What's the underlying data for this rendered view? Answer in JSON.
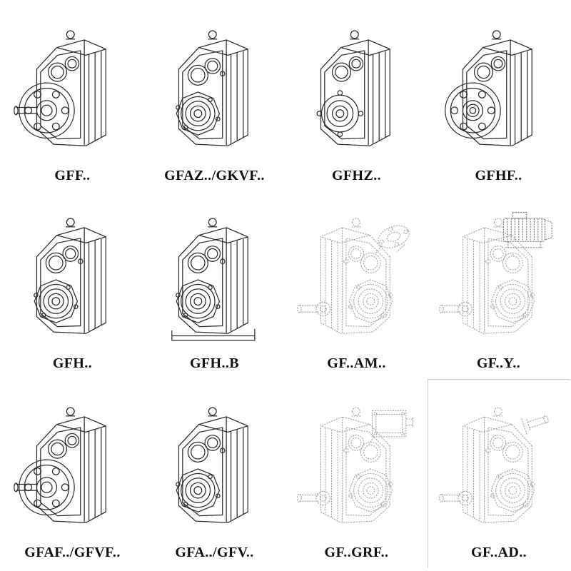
{
  "page": {
    "background": "#ffffff",
    "ink_color": "#2b2b2b",
    "faint_ink_color": "#a3a3a3"
  },
  "grid": {
    "items": [
      {
        "label": "GFF..",
        "symbol": "#sym-gff",
        "icon": "gearbox-flange-shaft-drawing",
        "style": "solid"
      },
      {
        "label": "GFAZ../GKVF..",
        "symbol": "#sym-hollow",
        "icon": "gearbox-hollow-shaft-drawing",
        "style": "solid"
      },
      {
        "label": "GFHZ..",
        "symbol": "#sym-gfhz",
        "icon": "gearbox-shrink-disc-drawing",
        "style": "solid"
      },
      {
        "label": "GFHF..",
        "symbol": "#sym-gfhf",
        "icon": "gearbox-hollow-flange-drawing",
        "style": "solid"
      },
      {
        "label": "GFH..",
        "symbol": "#sym-hollow",
        "icon": "gearbox-hollow-shaft-drawing",
        "style": "solid"
      },
      {
        "label": "GFH..B",
        "symbol": "#sym-ghb",
        "icon": "gearbox-hollow-shaft-base-drawing",
        "style": "solid"
      },
      {
        "label": "GF..AM..",
        "symbol": "#sym-am",
        "icon": "gearbox-motor-adapter-drawing",
        "style": "faint"
      },
      {
        "label": "GF..Y..",
        "symbol": "#sym-y",
        "icon": "gearbox-with-motor-drawing",
        "style": "faint"
      },
      {
        "label": "GFAF../GFVF..",
        "symbol": "#sym-gff",
        "icon": "gearbox-flange-shaft-drawing",
        "style": "solid"
      },
      {
        "label": "GFA../GFV..",
        "symbol": "#sym-hollow",
        "icon": "gearbox-hollow-shaft-drawing",
        "style": "solid"
      },
      {
        "label": "GF..GRF..",
        "symbol": "#sym-grf",
        "icon": "gearbox-shaft-adapter-box-drawing",
        "style": "faint"
      },
      {
        "label": "GF..AD..",
        "symbol": "#sym-ad",
        "icon": "gearbox-input-shaft-drawing",
        "style": "faint"
      }
    ]
  }
}
